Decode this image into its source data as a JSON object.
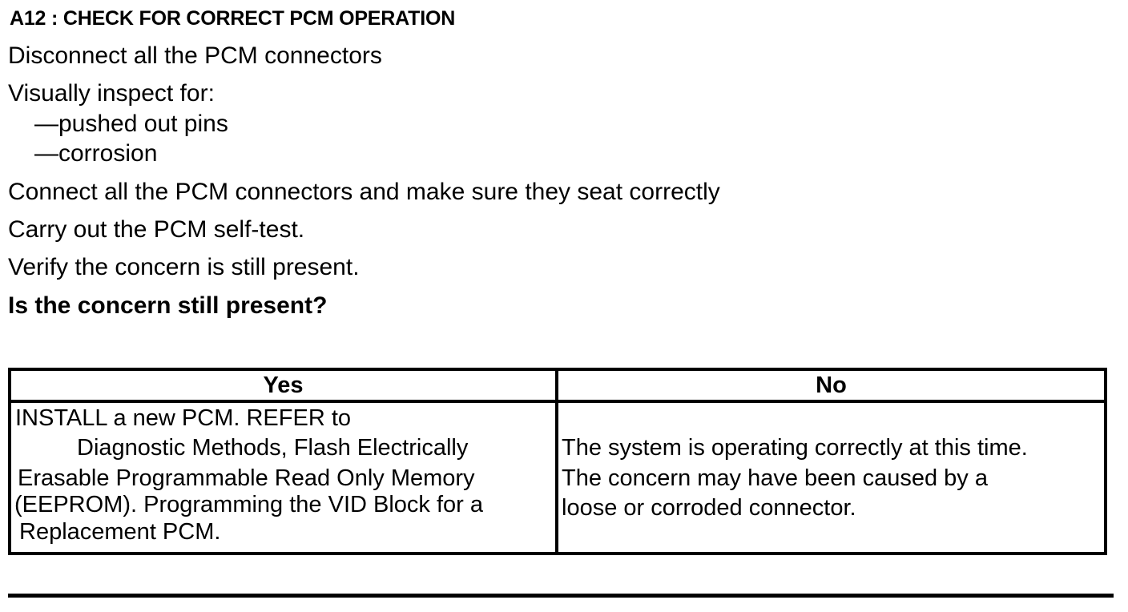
{
  "heading": "A12 : CHECK FOR CORRECT PCM OPERATION",
  "steps": {
    "disconnect": "Disconnect all the PCM connectors",
    "inspect": "Visually inspect for:",
    "inspect_items": [
      "—pushed out pins",
      "—corrosion"
    ],
    "connect": "Connect all the PCM connectors and make sure they seat correctly",
    "selftest": "Carry out the PCM self-test.",
    "verify": "Verify the concern is still present.",
    "question": "Is the concern still present?"
  },
  "table": {
    "headers": {
      "yes": "Yes",
      "no": "No"
    },
    "yes_lines": [
      "INSTALL a new PCM.  REFER to",
      "Diagnostic Methods, Flash Electrically",
      "Erasable Programmable Read Only Memory",
      "(EEPROM). Programming the VID Block for a",
      "Replacement PCM."
    ],
    "no_lines": [
      "The system is operating correctly at this time.",
      "The concern may have been caused by a",
      "loose or corroded connector."
    ]
  }
}
